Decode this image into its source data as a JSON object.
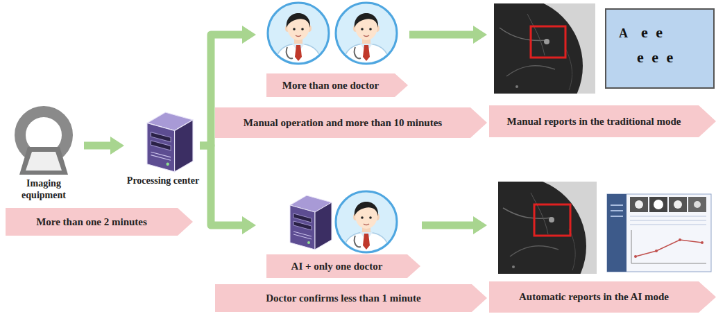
{
  "diagram": {
    "nodes": [
      {
        "text": [
          "Imaging equipment"
        ]
      },
      {
        "text": [
          "Processing center"
        ]
      },
      {
        "text": [
          "More than one 2 minutes"
        ]
      },
      {
        "text": [
          "More than one doctor"
        ]
      },
      {
        "text": [
          "Manual operation and more than 10 minutes"
        ]
      },
      {
        "text": [
          "Manual reports in the traditional mode"
        ]
      },
      {
        "text": [
          "A",
          "e e",
          "e e e"
        ],
        "in": 5
      },
      {
        "text": [
          "AI + only one doctor"
        ]
      },
      {
        "text": [
          "Doctor confirms less than 1 minute"
        ]
      },
      {
        "text": [
          "Automatic reports in the AI mode"
        ]
      }
    ],
    "edges": [
      {
        "from": 0,
        "to": 1,
        "arrow": "to"
      },
      {
        "from": 1,
        "to": 3,
        "arrow": "to"
      },
      {
        "from": 1,
        "to": 7,
        "arrow": "to"
      },
      {
        "from": 3,
        "to": 5,
        "arrow": "to"
      },
      {
        "from": 7,
        "to": 9,
        "arrow": "to"
      }
    ]
  }
}
